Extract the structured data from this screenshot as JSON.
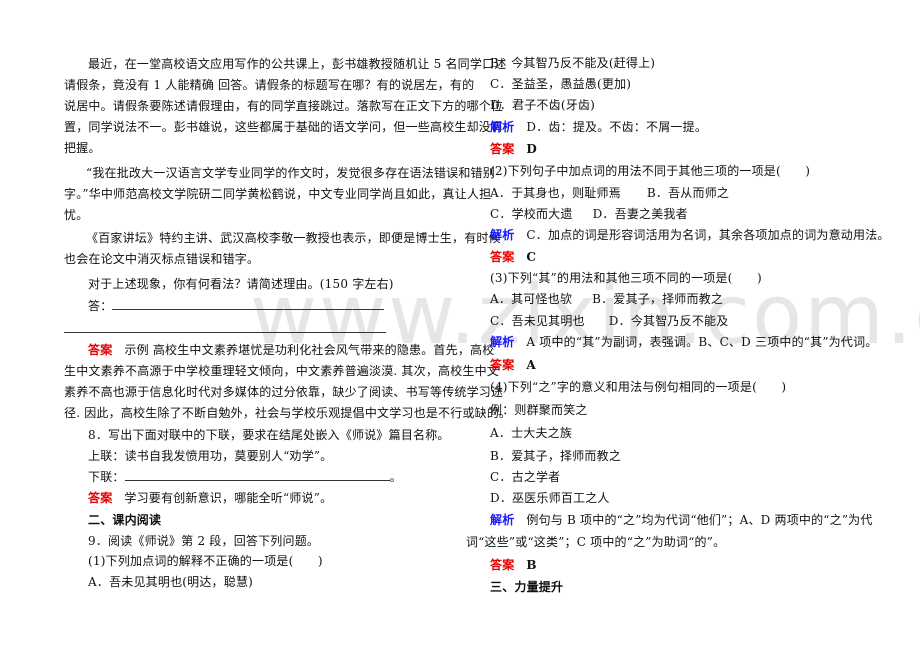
{
  "watermark": "www.zixin.com.cn",
  "left": {
    "p1": [
      "最近，在一堂高校语文应用写作的公共课上，彭书雄教授随机让 5 名同学口述",
      "请假条，竟没有 1 人能精确        回答。请假条的标题写在哪？有的说居左，有的",
      "说居中。请假条要陈述请假理由，有的同学直接跳过。落款写在正文下方的哪个位",
      "置，同学说法不一。彭书雄说，这些都属于基础的语文学问，但一些高校生却没有",
      "把握。"
    ],
    "p2": [
      "“我在批改大一汉语言文学专业同学的作文时，发觉很多存在语法错误和错别",
      "字。”华中师范高校文学院研二同学黄松鹤说，中文专业同学尚且如此，真让人担",
      "忧。"
    ],
    "p3": [
      "《百家讲坛》特约主讲、武汉高校李敬一教授也表示，即便是博士生，有时候",
      "也会在论文中消灭标点错误和错字。"
    ],
    "question": "对于上述现象，你有何看法？请简述理由。(150 字左右)",
    "answer_prompt": "答：",
    "answer7": {
      "tag": "答案",
      "lines": [
        "示例 高校生中文素养堪忧是功利化社会风气带来的隐患。首先，高校",
        "生中文素养不高源于中学校重理轻文倾向，中文素养普遍淡漠. 其次，高校生中文",
        "素养不高也源于信息化时代对多媒体的过分依靠，缺少了阅读、书写等传统学习途",
        "径. 因此，高校生除了不断自勉外，社会与学校乐观提倡中文学习也是不行或缺的。"
      ]
    },
    "q8": {
      "title": "8．写出下面对联中的下联，要求在结尾处嵌入《师说》篇目名称。",
      "upper": "上联：读书自我发愤用功，莫要别人“劝学”。",
      "lower_label": "下联：",
      "lower_end": "。",
      "answer_tag": "答案",
      "answer": "学习要有创新意识，哪能全听“师说”。"
    },
    "section2": "二、课内阅读",
    "q9": {
      "title": "9．阅读《师说》第 2 段，回答下列问题。",
      "sub1": "(1)下列加点词的解释不正确的一项是(　　)",
      "optA": "A．吾未见其明也(明达，聪慧)"
    }
  },
  "right": {
    "sub1_opts": [
      "B．今其智乃反不能及(赶得上)",
      "C．圣益圣，愚益愚(更加)",
      "D．君子不齿(牙齿)"
    ],
    "sub1_analysis_tag": "解析",
    "sub1_analysis": "D．齿：提及。不齿：不屑一提。",
    "sub1_answer_tag": "答案",
    "sub1_answer": "D",
    "sub2": "(2)下列句子中加点词的用法不同于其他三项的一项是(　　)",
    "sub2_row1": [
      "A．于其身也，则耻师焉",
      "B．吾从而师之"
    ],
    "sub2_row2": [
      "C．学校而大遗",
      "D．吾妻之美我者"
    ],
    "sub2_analysis_tag": "解析",
    "sub2_analysis": "C．加点的词是形容词活用为名词，其余各项加点的词为意动用法。",
    "sub2_answer_tag": "答案",
    "sub2_answer": "C",
    "sub3": "(3)下列“其”的用法和其他三项不同的一项是(　　)",
    "sub3_row1": [
      "A．其可怪也欤",
      "B．爱其子，择师而教之"
    ],
    "sub3_row2": [
      "C．吾未见其明也",
      "D．今其智乃反不能及"
    ],
    "sub3_analysis_tag": "解析",
    "sub3_analysis": "A 项中的“其”为副词，表强调。B、C、D 三项中的“其”为代词。",
    "sub3_answer_tag": "答案",
    "sub3_answer": "A",
    "sub4": "(4)下列“之”字的意义和用法与例句相同的一项是(　　)",
    "sub4_example": "例：则群聚而笑之",
    "sub4_opts": [
      "A．士大夫之族",
      "B．爱其子，择师而教之",
      "C．古之学者",
      "D．巫医乐师百工之人"
    ],
    "sub4_analysis_tag": "解析",
    "sub4_analysis_l1": "例句与 B 项中的“之”均为代词“他们”；A、D 两项中的“之”为代",
    "sub4_analysis_l2": "词“这些”或“这类”；C 项中的“之”为助词“的”。",
    "sub4_answer_tag": "答案",
    "sub4_answer": "B",
    "section3": "三、力量提升"
  }
}
